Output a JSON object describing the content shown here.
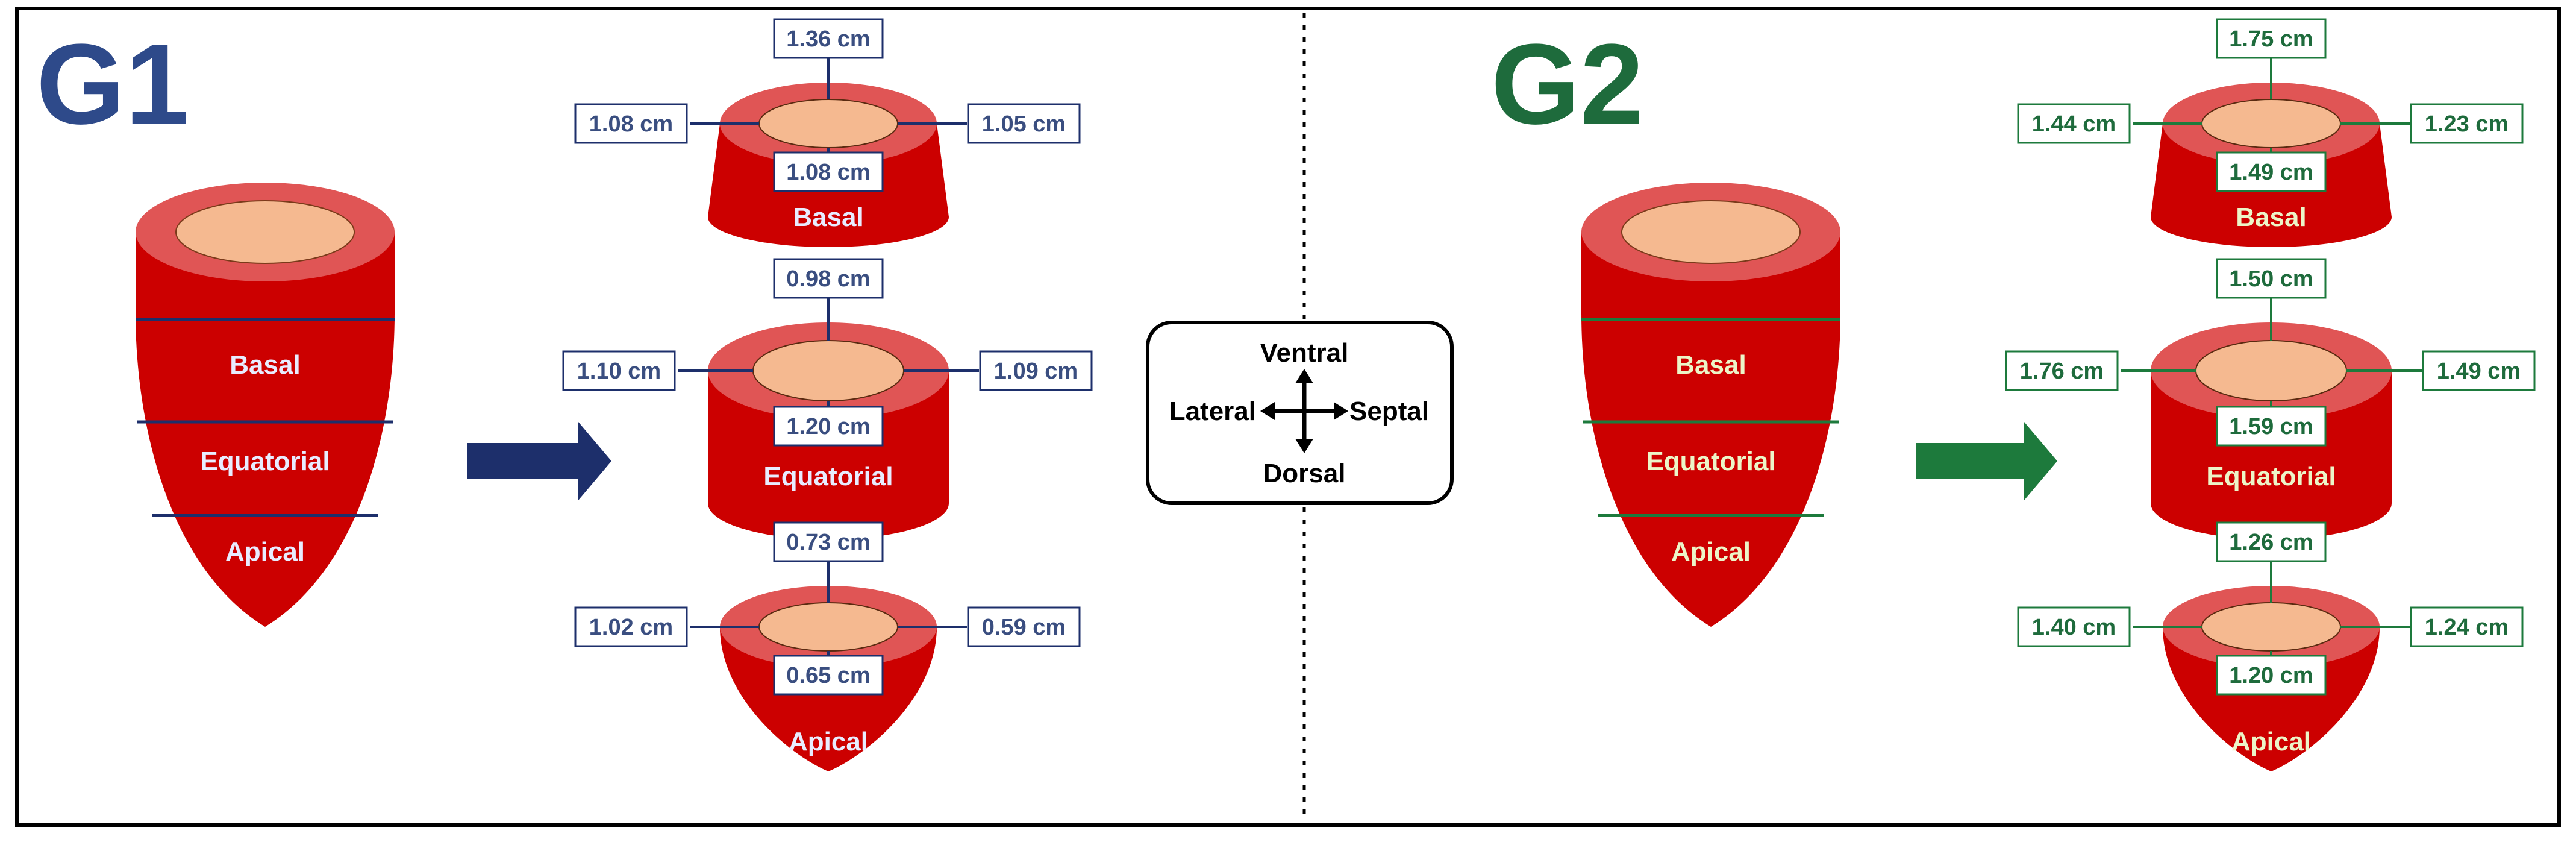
{
  "colors": {
    "muscle": "#cc0000",
    "muscle_top": "#e05555",
    "cavity": "#f5b990",
    "g1_title": "#2e4a8a",
    "g2_title": "#1e6b3c",
    "g1_accent": "#1d2f6b",
    "g2_accent": "#1d7a3c",
    "g1_label_text": "#3a4e80",
    "g2_label_text": "#1e6b3c",
    "region_text_g1": "#e8ecff",
    "region_text_g2": "#ecf5c8"
  },
  "groups": [
    {
      "id": "g1",
      "title": "G1",
      "heart_regions": [
        "Basal",
        "Equatorial",
        "Apical"
      ],
      "slices": [
        {
          "name": "Basal",
          "ventral": "1.36 cm",
          "lateral": "1.08 cm",
          "septal": "1.05 cm",
          "dorsal": "1.08 cm"
        },
        {
          "name": "Equatorial",
          "ventral": "0.98 cm",
          "lateral": "1.10 cm",
          "septal": "1.09 cm",
          "dorsal": "1.20 cm"
        },
        {
          "name": "Apical",
          "ventral": "0.73 cm",
          "lateral": "1.02 cm",
          "septal": "0.59 cm",
          "dorsal": "0.65 cm"
        }
      ]
    },
    {
      "id": "g2",
      "title": "G2",
      "heart_regions": [
        "Basal",
        "Equatorial",
        "Apical"
      ],
      "slices": [
        {
          "name": "Basal",
          "ventral": "1.75 cm",
          "lateral": "1.44 cm",
          "septal": "1.23 cm",
          "dorsal": "1.49 cm"
        },
        {
          "name": "Equatorial",
          "ventral": "1.50 cm",
          "lateral": "1.76 cm",
          "septal": "1.49 cm",
          "dorsal": "1.59 cm"
        },
        {
          "name": "Apical",
          "ventral": "1.26 cm",
          "lateral": "1.40 cm",
          "septal": "1.24 cm",
          "dorsal": "1.20 cm"
        }
      ]
    }
  ],
  "compass": {
    "top": "Ventral",
    "left": "Lateral",
    "right": "Septal",
    "bottom": "Dorsal"
  }
}
